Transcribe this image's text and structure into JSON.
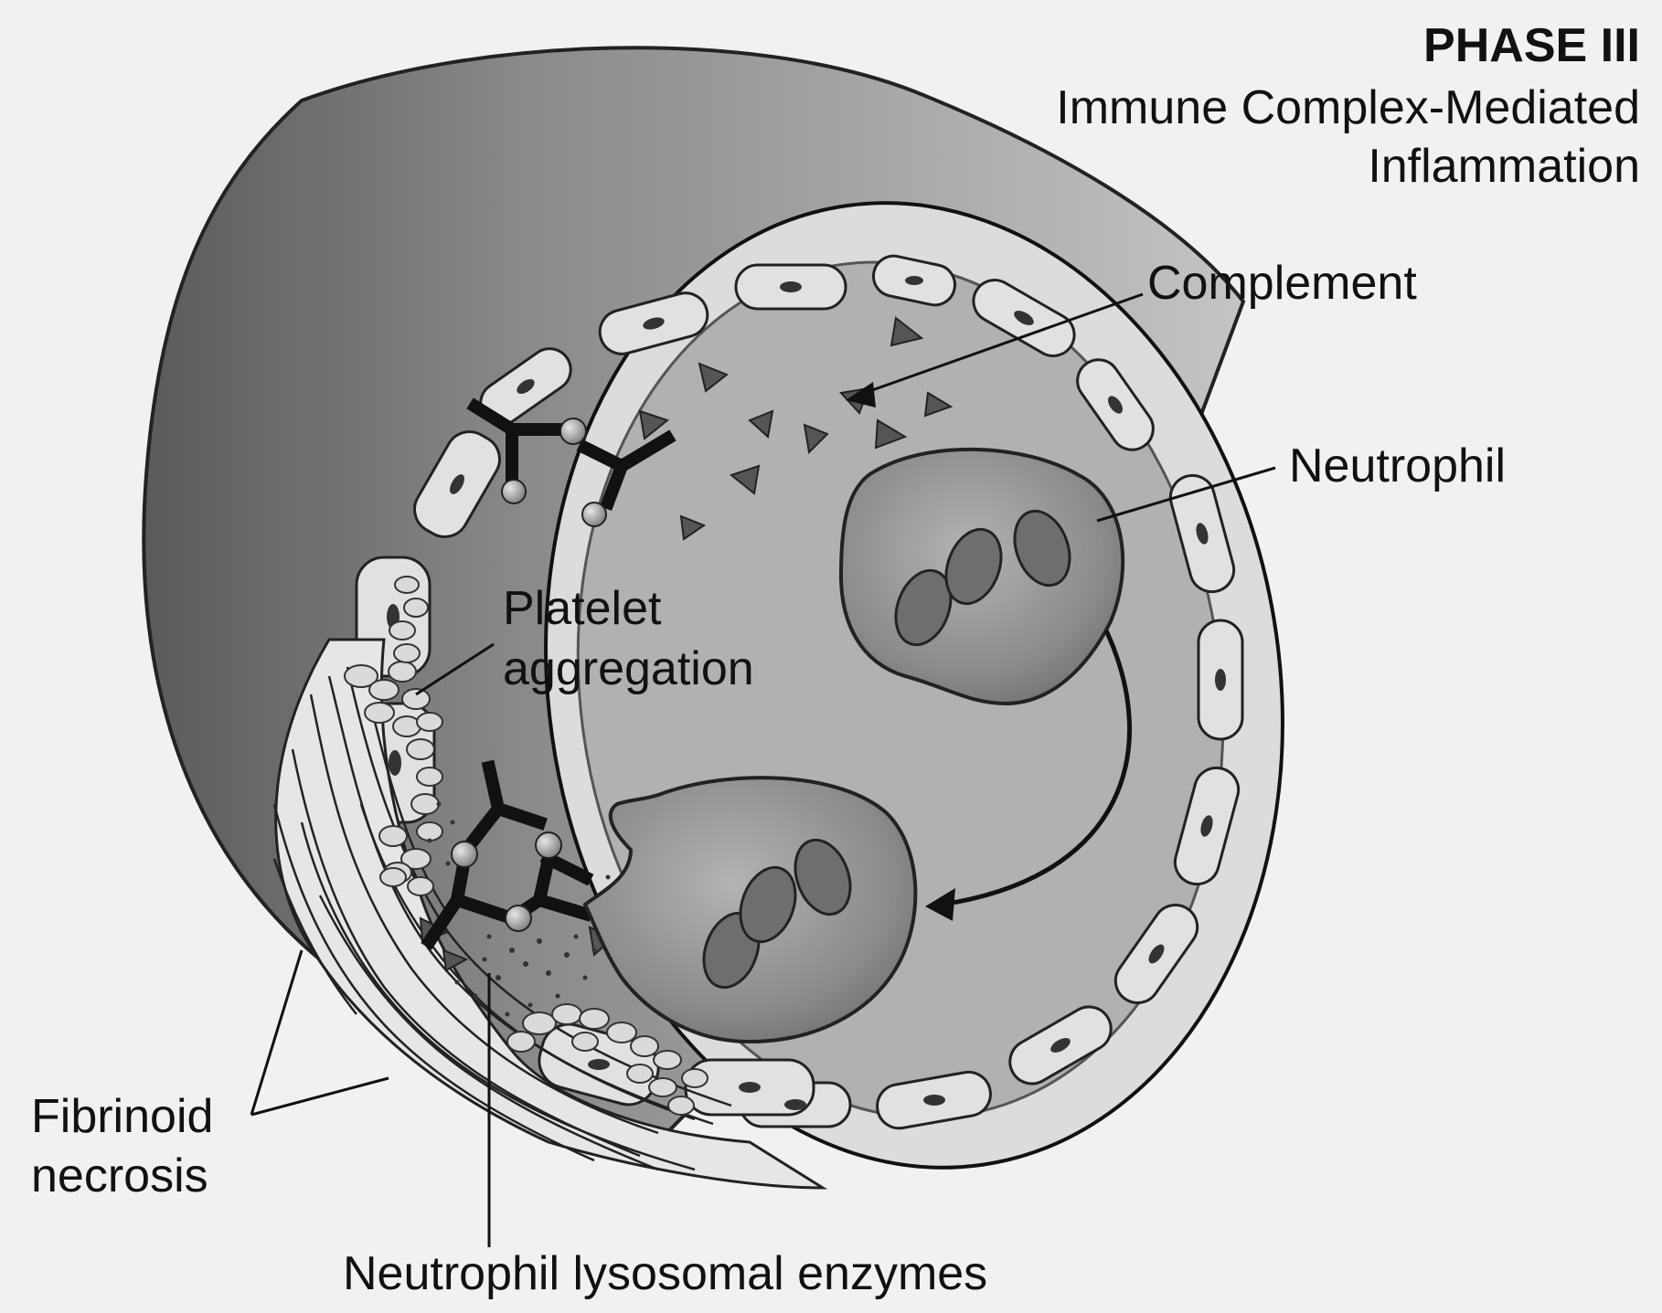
{
  "header": {
    "phase": "PHASE III",
    "subtitle_line1": "Immune Complex-Mediated",
    "subtitle_line2": "Inflammation"
  },
  "labels": {
    "complement": "Complement",
    "neutrophil": "Neutrophil",
    "platelet_line1": "Platelet",
    "platelet_line2": "aggregation",
    "fibrinoid_line1": "Fibrinoid",
    "fibrinoid_line2": "necrosis",
    "enzymes": "Neutrophil lysosomal enzymes"
  }
}
